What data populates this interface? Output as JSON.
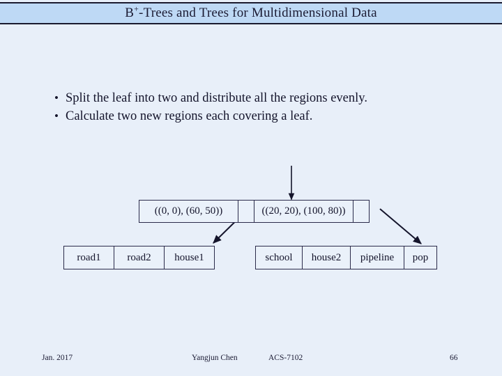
{
  "slide": {
    "title_prefix": "B",
    "title_sup": "+",
    "title_rest": "-Trees and Trees for Multidimensional Data",
    "background_color": "#e8eff9",
    "title_band_color": "#bed9f5",
    "text_color": "#14142b"
  },
  "bullets": [
    {
      "marker": "•",
      "text": "Split the leaf into two and distribute all the regions evenly."
    },
    {
      "marker": "•",
      "text": "Calculate two new regions each covering a leaf."
    }
  ],
  "diagram": {
    "internal_node": {
      "cells": [
        {
          "label": "((0, 0), (60, 50))",
          "kind": "region"
        },
        {
          "label": "",
          "kind": "pointer"
        },
        {
          "label": "((20, 20), (100, 80))",
          "kind": "region"
        },
        {
          "label": "",
          "kind": "pointer"
        }
      ]
    },
    "leaf_node_1": {
      "cells": [
        {
          "label": "road1"
        },
        {
          "label": "road2"
        },
        {
          "label": "house1"
        }
      ]
    },
    "leaf_node_2": {
      "cells": [
        {
          "label": "school"
        },
        {
          "label": "house2"
        },
        {
          "label": "pipeline"
        },
        {
          "label": "pop"
        }
      ]
    },
    "connectors": [
      {
        "name": "parent-arrow-into-internal-node",
        "type": "vertical-arrow"
      },
      {
        "name": "pointer-arrow-to-leaf-1",
        "type": "diagonal-arrow"
      },
      {
        "name": "pointer-arrow-to-leaf-2",
        "type": "diagonal-arrow"
      }
    ]
  },
  "footer": {
    "date": "Jan. 2017",
    "author": "Yangjun Chen",
    "course": "ACS-7102",
    "page_number": "66"
  }
}
